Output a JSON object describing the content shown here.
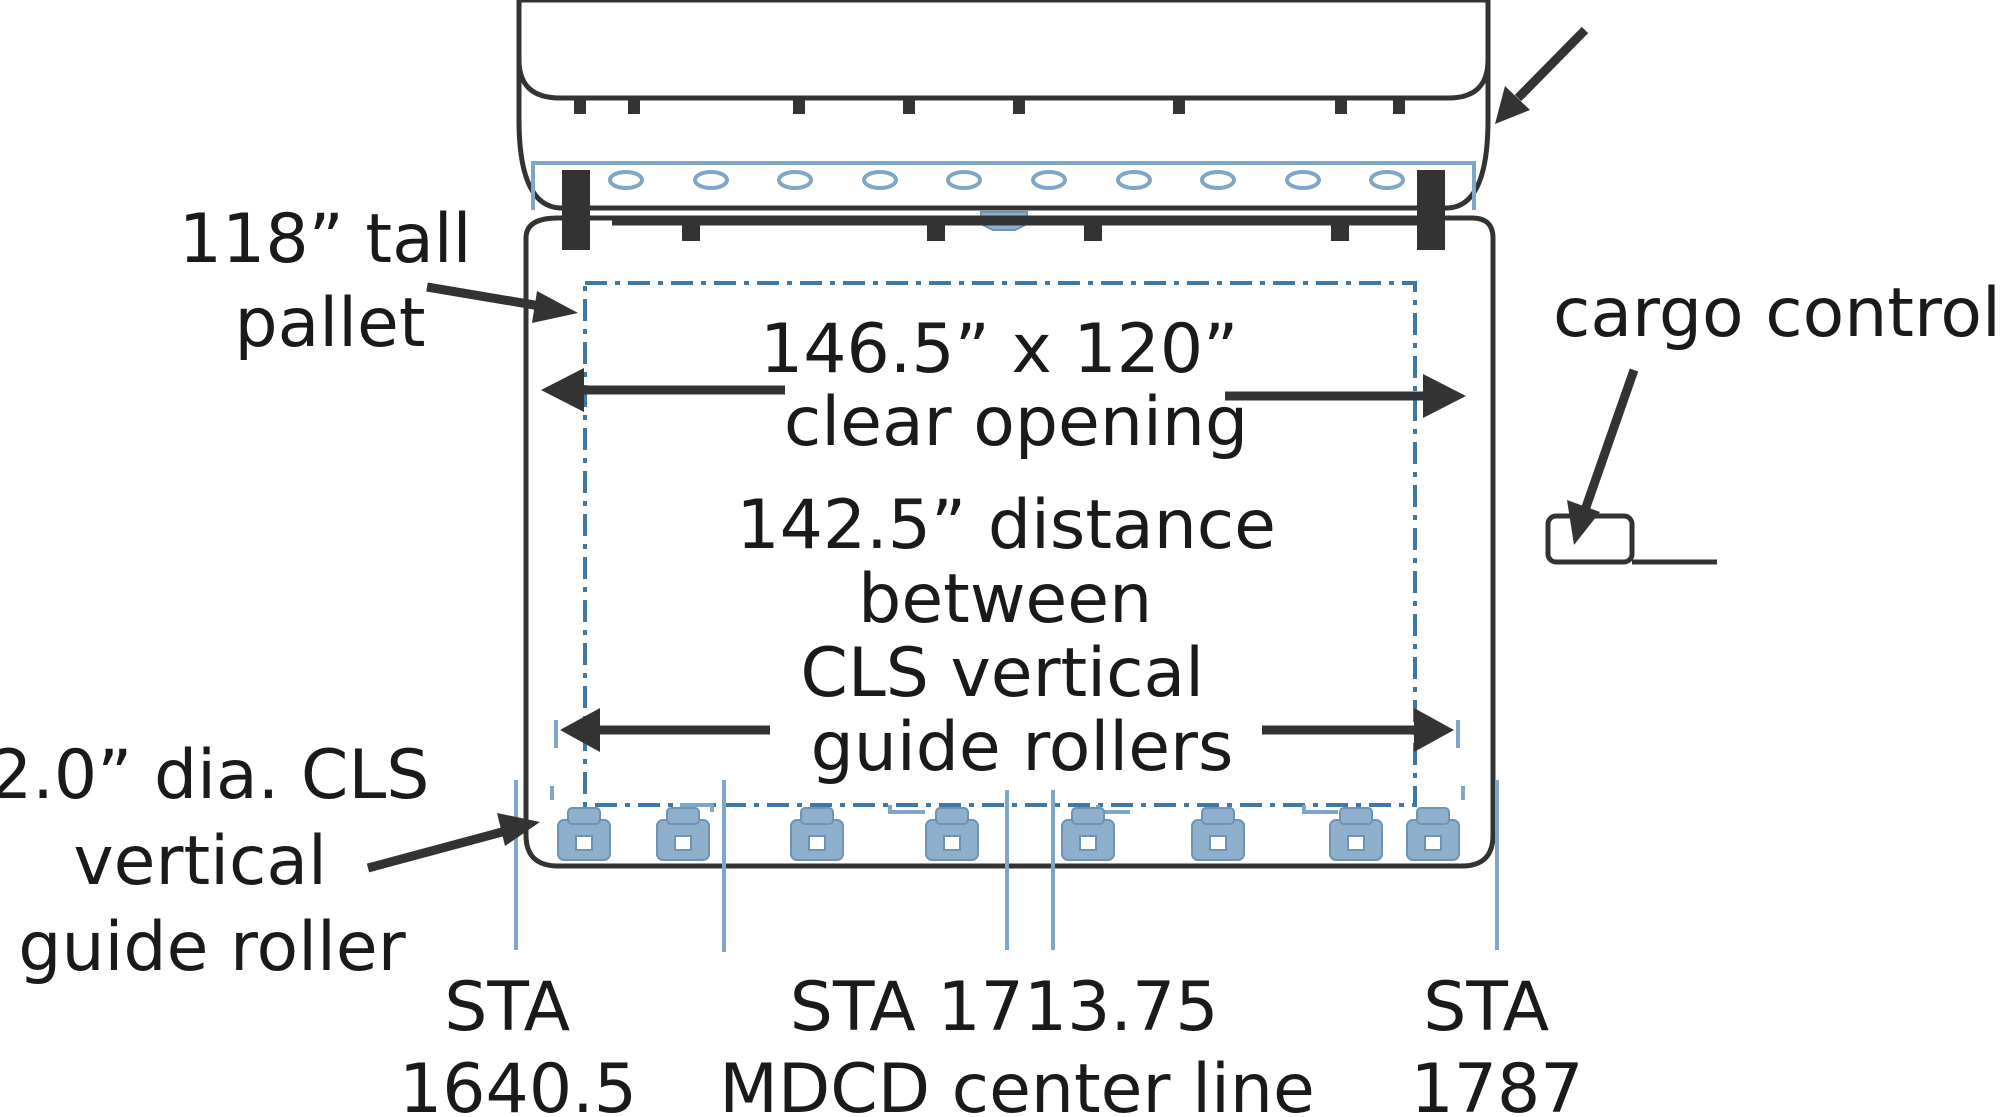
{
  "labels": {
    "pallet_height": [
      "118” tall",
      "pallet"
    ],
    "cargo_control": "cargo control",
    "clear_opening": [
      "146.5” x 120”",
      "clear opening"
    ],
    "roller_distance": [
      "142.5” distance",
      "between",
      "CLS vertical",
      "guide rollers"
    ],
    "roller": [
      "2.0” dia. CLS",
      "vertical",
      "guide roller"
    ],
    "sta_left": [
      "STA",
      "1640.5"
    ],
    "sta_center": [
      "STA 1713.75",
      "MDCD center line"
    ],
    "sta_right": [
      "STA",
      "1787"
    ]
  },
  "colors": {
    "outline": "#333333",
    "structure_blue": "#7fa6c6",
    "opening_dash": "#3f79a3"
  },
  "icons": [
    "roller-block-icon",
    "arrow-icon"
  ]
}
